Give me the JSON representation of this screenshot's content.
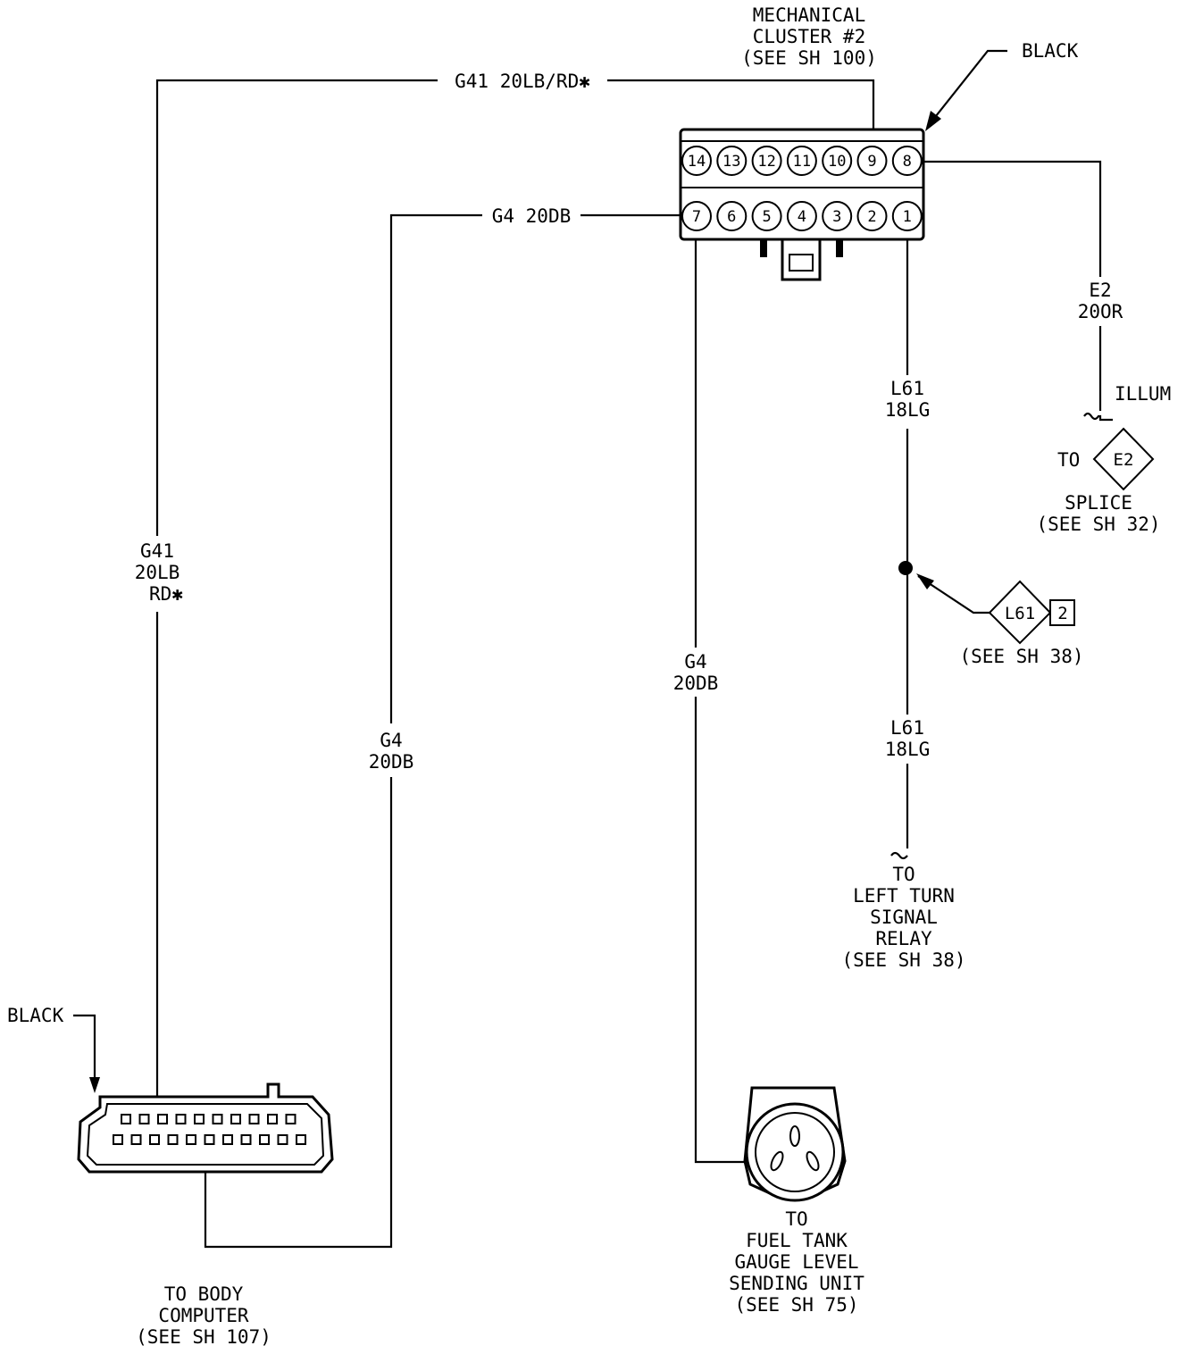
{
  "cluster_connector": {
    "title_lines": [
      "MECHANICAL",
      "CLUSTER #2",
      "(SEE SH 100)"
    ],
    "color": "BLACK",
    "top_pins": [
      "14",
      "13",
      "12",
      "11",
      "10",
      "9",
      "8"
    ],
    "bottom_pins": [
      "7",
      "6",
      "5",
      "4",
      "3",
      "2",
      "1"
    ]
  },
  "wires": {
    "g41_top": "G41 20LB/RD✱",
    "g41_vertical": [
      "G41",
      "20LB",
      "RD✱"
    ],
    "g4_top": "G4 20DB",
    "g4_left_vertical": [
      "G4",
      "20DB"
    ],
    "g4_mid_vertical": [
      "G4",
      "20DB"
    ],
    "e2_vertical": [
      "E2",
      "20OR"
    ],
    "l61_upper": [
      "L61",
      "18LG"
    ],
    "l61_lower": [
      "L61",
      "18LG"
    ]
  },
  "e2_splice": {
    "illum": "ILLUM",
    "to": "TO",
    "symbol": "E2",
    "lines": [
      "SPLICE",
      "(SEE SH 32)"
    ]
  },
  "l61_splice": {
    "symbol": "L61",
    "number": "2",
    "see": "(SEE SH 38)"
  },
  "left_turn_relay": {
    "lines": [
      "TO",
      "LEFT TURN",
      "SIGNAL",
      "RELAY",
      "(SEE SH 38)"
    ]
  },
  "body_computer": {
    "color": "BLACK",
    "lines": [
      "TO BODY",
      "COMPUTER",
      "(SEE SH 107)"
    ]
  },
  "fuel_tank": {
    "lines": [
      "TO",
      "FUEL TANK",
      "GAUGE LEVEL",
      "SENDING UNIT",
      "(SEE SH 75)"
    ]
  }
}
